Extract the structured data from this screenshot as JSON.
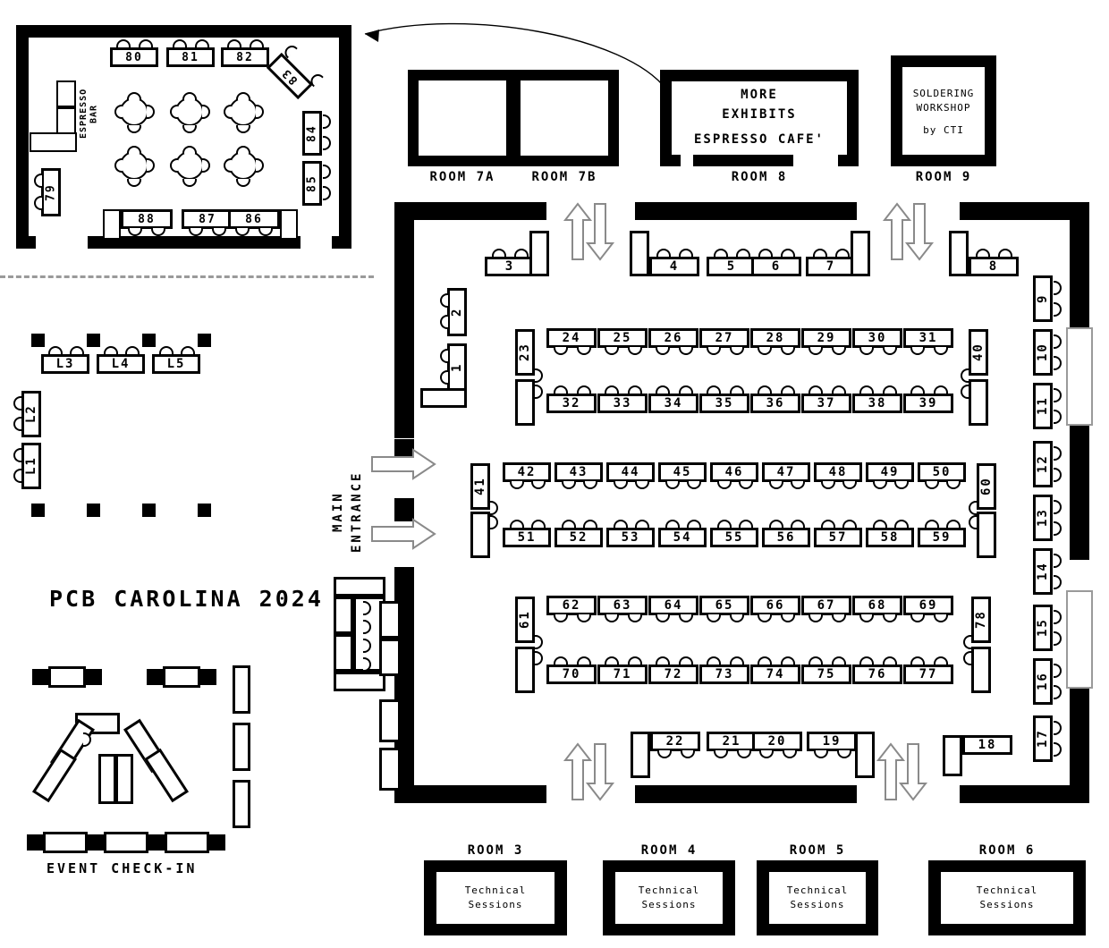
{
  "title": "PCB CAROLINA 2024",
  "captions": {
    "event_check_in": "EVENT CHECK-IN",
    "main_entrance_line1": "MAIN",
    "main_entrance_line2": "ENTRANCE",
    "espresso_bar": "ESPRESSO\nBAR"
  },
  "rooms": [
    {
      "id": "room-7a",
      "label": "ROOM 7A",
      "text": []
    },
    {
      "id": "room-7b",
      "label": "ROOM 7B",
      "text": []
    },
    {
      "id": "room-8",
      "label": "ROOM 8",
      "text": [
        "MORE",
        "EXHIBITS",
        "ESPRESSO CAFE'"
      ]
    },
    {
      "id": "room-9",
      "label": "ROOM 9",
      "text": [
        "SOLDERING",
        "WORKSHOP",
        "by CTI"
      ]
    },
    {
      "id": "room-3",
      "label": "ROOM 3",
      "text": [
        "Technical",
        "Sessions"
      ]
    },
    {
      "id": "room-4",
      "label": "ROOM 4",
      "text": [
        "Technical",
        "Sessions"
      ]
    },
    {
      "id": "room-5",
      "label": "ROOM 5",
      "text": [
        "Technical",
        "Sessions"
      ]
    },
    {
      "id": "room-6",
      "label": "ROOM 6",
      "text": [
        "Technical",
        "Sessions"
      ]
    }
  ],
  "booths": {
    "top_row_left": [
      "3"
    ],
    "top_row_mid": [
      "4",
      "5",
      "6",
      "7"
    ],
    "top_row_right": [
      "8"
    ],
    "left_wall": [
      "2",
      "1"
    ],
    "right_wall": [
      "9",
      "10",
      "11",
      "12",
      "13",
      "14",
      "15",
      "16",
      "17"
    ],
    "bottom_row": [
      "22",
      "21",
      "20",
      "19"
    ],
    "bottom_right": [
      "18"
    ],
    "block1_end_left": "23",
    "block1_top": [
      "24",
      "25",
      "26",
      "27",
      "28",
      "29",
      "30",
      "31"
    ],
    "block1_bottom": [
      "32",
      "33",
      "34",
      "35",
      "36",
      "37",
      "38",
      "39"
    ],
    "block1_end_right": "40",
    "block2_end_left": "41",
    "block2_top": [
      "42",
      "43",
      "44",
      "45",
      "46",
      "47",
      "48",
      "49",
      "50"
    ],
    "block2_bottom": [
      "51",
      "52",
      "53",
      "54",
      "55",
      "56",
      "57",
      "58",
      "59"
    ],
    "block2_end_right": "60",
    "block3_end_left": "61",
    "block3_top": [
      "62",
      "63",
      "64",
      "65",
      "66",
      "67",
      "68",
      "69"
    ],
    "block3_bottom": [
      "70",
      "71",
      "72",
      "73",
      "74",
      "75",
      "76",
      "77"
    ],
    "block3_end_right": "78",
    "cafe_top": [
      "80",
      "81",
      "82"
    ],
    "cafe_diag": "83",
    "cafe_right": [
      "84",
      "85"
    ],
    "cafe_bottom": [
      "88",
      "87",
      "86"
    ],
    "cafe_left": "79",
    "lounge_top": [
      "L3",
      "L4",
      "L5"
    ],
    "lounge_left": [
      "L2",
      "L1"
    ]
  },
  "colors": {
    "wall": "#000000",
    "floor": "#ffffff",
    "outline": "#000000",
    "dashed_divider": "#9a9a9a",
    "arrow_stroke": "#8a8a8a"
  }
}
